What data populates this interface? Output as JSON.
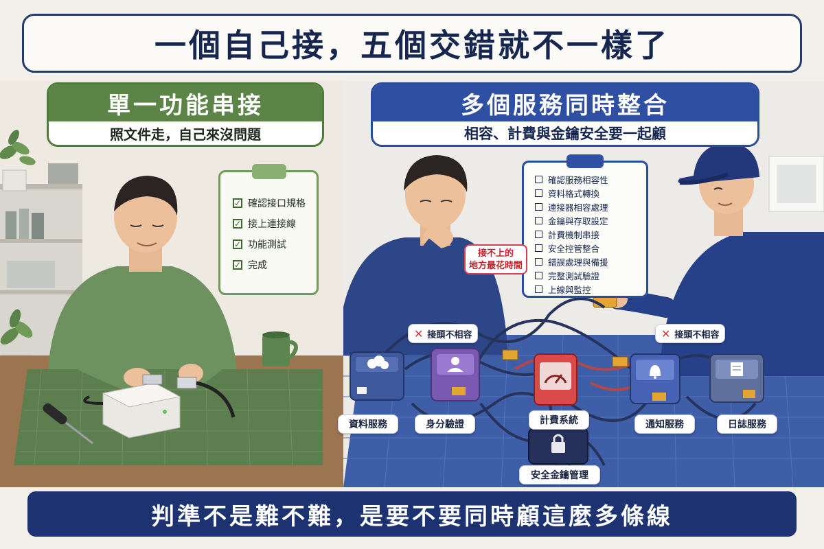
{
  "title": "一個自己接，五個交錯就不一樣了",
  "left_panel": {
    "heading": "單一功能串接",
    "subheading": "照文件走，自己來沒問題",
    "checklist": [
      {
        "label": "確認接口規格",
        "checked": true
      },
      {
        "label": "接上連接線",
        "checked": true
      },
      {
        "label": "功能測試",
        "checked": true
      },
      {
        "label": "完成",
        "checked": true
      }
    ]
  },
  "right_panel": {
    "heading": "多個服務同時整合",
    "subheading": "相容、計費與金鑰安全要一起顧",
    "checklist": [
      {
        "label": "確認服務相容性",
        "checked": false
      },
      {
        "label": "資料格式轉換",
        "checked": false
      },
      {
        "label": "連接器相容處理",
        "checked": false
      },
      {
        "label": "金鑰與存取設定",
        "checked": false
      },
      {
        "label": "計費機制串接",
        "checked": false
      },
      {
        "label": "安全控管整合",
        "checked": false
      },
      {
        "label": "錯誤處理與備援",
        "checked": false
      },
      {
        "label": "完整測試驗證",
        "checked": false
      },
      {
        "label": "上線與監控",
        "checked": false
      }
    ],
    "callout": {
      "line1": "接不上的",
      "line2": "地方最花時間"
    },
    "warnings": [
      {
        "x": "✕",
        "label": "接頭不相容"
      },
      {
        "x": "✕",
        "label": "接頭不相容"
      }
    ],
    "services": [
      {
        "label": "資料服務",
        "icon": "cloud-icon"
      },
      {
        "label": "身分驗證",
        "icon": "user-icon"
      },
      {
        "label": "計費系統",
        "icon": "gauge-icon"
      },
      {
        "label": "通知服務",
        "icon": "bell-icon"
      },
      {
        "label": "日誌服務",
        "icon": "document-icon"
      },
      {
        "label": "安全金鑰管理",
        "icon": "lock-icon"
      }
    ]
  },
  "banner": "判準不是難不難，是要不要同時顧這麼多條線",
  "colors": {
    "navy": "#1d3270",
    "blue": "#2f4fa3",
    "green": "#5b8446",
    "red": "#d6333b"
  }
}
